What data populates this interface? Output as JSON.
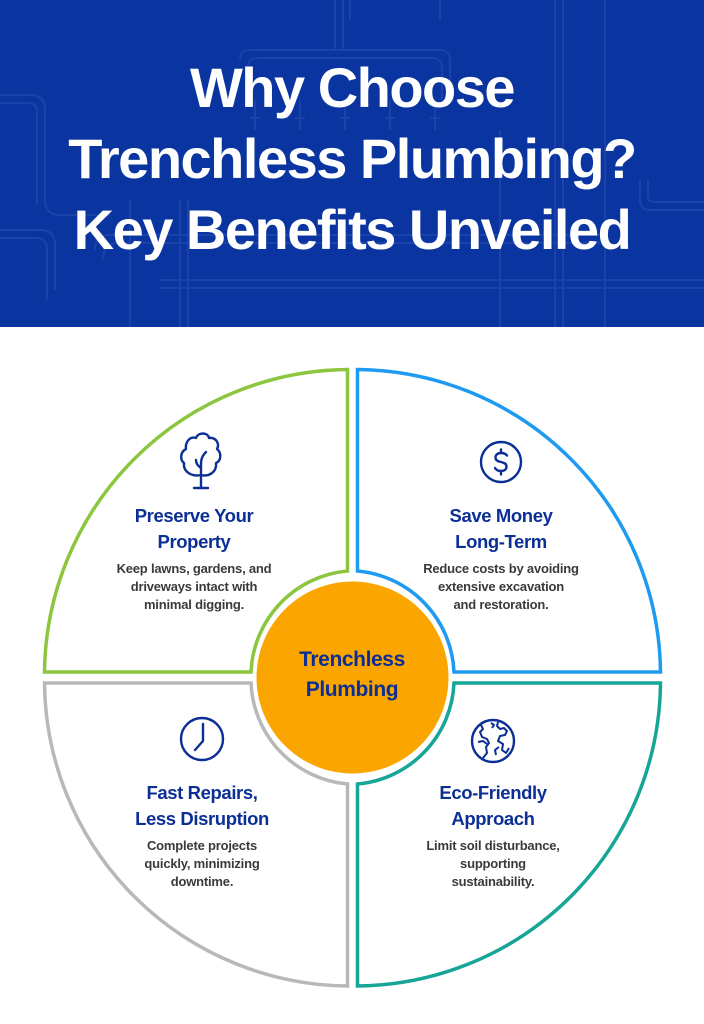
{
  "header": {
    "title_lines": [
      "Why Choose",
      "Trenchless Plumbing?",
      "Key Benefits Unveiled"
    ],
    "background_color": "#0a34a0",
    "background_decoration": "pipe-lines"
  },
  "center": {
    "label_lines": [
      "Trenchless",
      "Plumbing"
    ],
    "color": "#fba500"
  },
  "quadrants": [
    {
      "position": "top-left",
      "icon": "tree-icon",
      "title_lines": [
        "Preserve Your",
        "Property"
      ],
      "description_lines": [
        "Keep lawns, gardens, and",
        "driveways intact with",
        "minimal digging."
      ],
      "border_color": "#8cc63f"
    },
    {
      "position": "top-right",
      "icon": "dollar-circle-icon",
      "title_lines": [
        "Save Money",
        "Long-Term"
      ],
      "description_lines": [
        "Reduce costs by avoiding",
        "extensive excavation",
        "and restoration."
      ],
      "border_color": "#1e9bf0"
    },
    {
      "position": "bottom-left",
      "icon": "clock-icon",
      "title_lines": [
        "Fast Repairs,",
        "Less Disruption"
      ],
      "description_lines": [
        "Complete projects",
        "quickly, minimizing",
        "downtime."
      ],
      "border_color": "#b8b8b8"
    },
    {
      "position": "bottom-right",
      "icon": "globe-icon",
      "title_lines": [
        "Eco-Friendly",
        "Approach"
      ],
      "description_lines": [
        "Limit soil disturbance,",
        "supporting",
        "sustainability."
      ],
      "border_color": "#16a596"
    }
  ],
  "colors": {
    "title_text": "#ffffff",
    "quadrant_title": "#0b2f95",
    "quadrant_description": "#3a3a3a",
    "icon_stroke": "#0b2f95"
  }
}
